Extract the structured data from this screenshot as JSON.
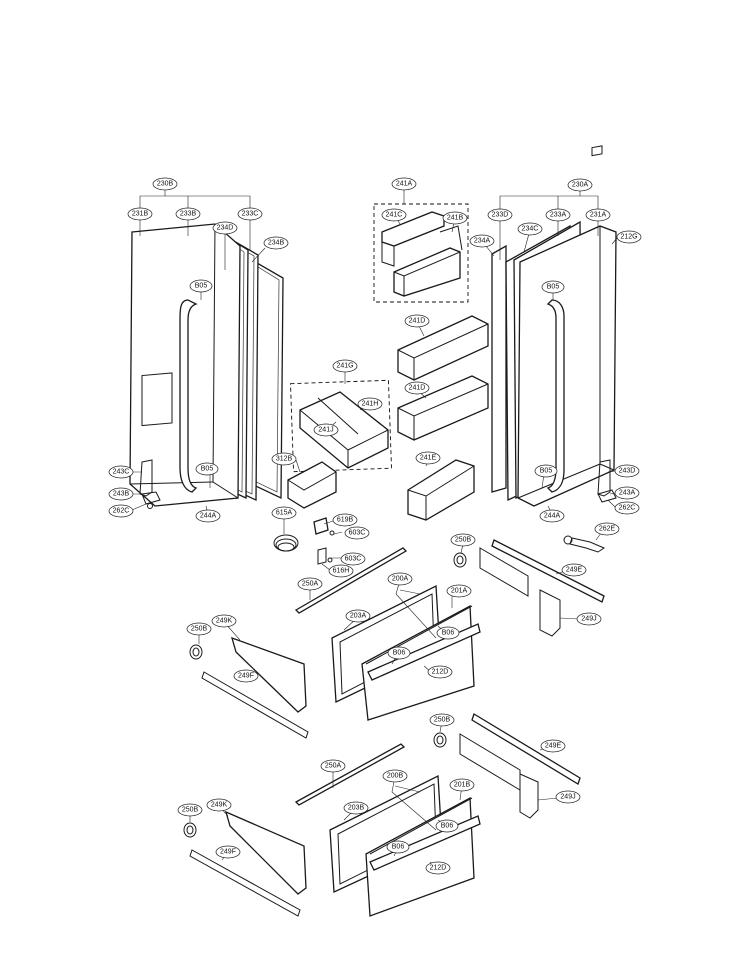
{
  "labels": {
    "l230B": "230B",
    "l231B": "231B",
    "l233B": "233B",
    "l233C": "233C",
    "l234D": "234D",
    "l234B": "234B",
    "lB05a": "B05",
    "l243C": "243C",
    "l243B": "243B",
    "l262Ca": "262C",
    "lB05b": "B05",
    "l244Aa": "244A",
    "l241A": "241A",
    "l241C": "241C",
    "l241B": "241B",
    "l241D1": "241D",
    "l241D2": "241D",
    "l241E": "241E",
    "l241G": "241G",
    "l241H": "241H",
    "l241J": "241J",
    "l312B": "312B",
    "l615A": "615A",
    "l619B": "619B",
    "l603Ca": "603C",
    "l603Cb": "603C",
    "l616H": "616H",
    "l230A": "230A",
    "l233D": "233D",
    "l233A": "233A",
    "l231A": "231A",
    "l234A": "234A",
    "l234C": "234C",
    "l212G": "212G",
    "lB05c": "B05",
    "lB05d": "B05",
    "l243D": "243D",
    "l243A": "243A",
    "l262Cb": "262C",
    "l244Ab": "244A",
    "l262E": "262E",
    "l250B1": "250B",
    "l249E1": "249E",
    "l249J1": "249J",
    "l250A1": "250A",
    "l200A": "200A",
    "l201A": "201A",
    "l203A": "203A",
    "lB06a": "B06",
    "lB06b": "B06",
    "l212D1": "212D",
    "l250B2": "250B",
    "l249K1": "249K",
    "l249F1": "249F",
    "l250B3": "250B",
    "l249E2": "249E",
    "l249J2": "249J",
    "l250A2": "250A",
    "l200B": "200B",
    "l201B": "201B",
    "l203B": "203B",
    "lB06c": "B06",
    "lB06d": "B06",
    "l212D2": "212D",
    "l250B4": "250B",
    "l249K2": "249K",
    "l249F2": "249F"
  }
}
